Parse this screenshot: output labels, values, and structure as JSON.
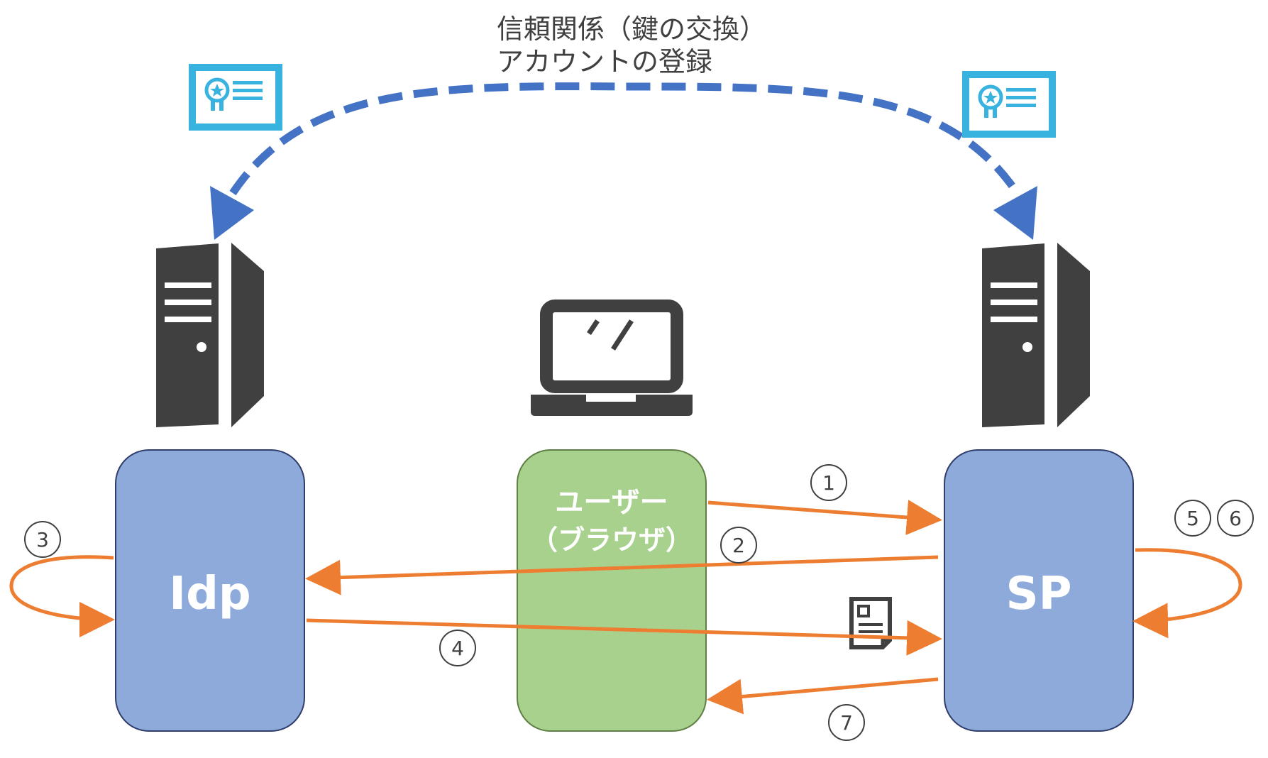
{
  "caption": {
    "line1": "信頼関係（鍵の交換）",
    "line2": "アカウントの登録"
  },
  "nodes": {
    "idp": {
      "label": "Idp"
    },
    "sp": {
      "label": "SP"
    },
    "user": {
      "label_line1": "ユーザー",
      "label_line2": "（ブラウザ）"
    }
  },
  "steps": {
    "s1": "1",
    "s2": "2",
    "s3": "3",
    "s4": "4",
    "s5": "5",
    "s6": "6",
    "s7": "7"
  },
  "colors": {
    "arrow": "#ed7d31",
    "trust_arrow": "#4472c4",
    "box_blue": "#8eaadb",
    "box_green": "#a9d18e",
    "server": "#404040",
    "certificate": "#38b2de"
  },
  "icons": {
    "idp_server": "server-icon",
    "sp_server": "server-icon",
    "laptop": "laptop-icon",
    "idp_certificate": "certificate-icon",
    "sp_certificate": "certificate-icon",
    "assertion_document": "document-icon"
  }
}
